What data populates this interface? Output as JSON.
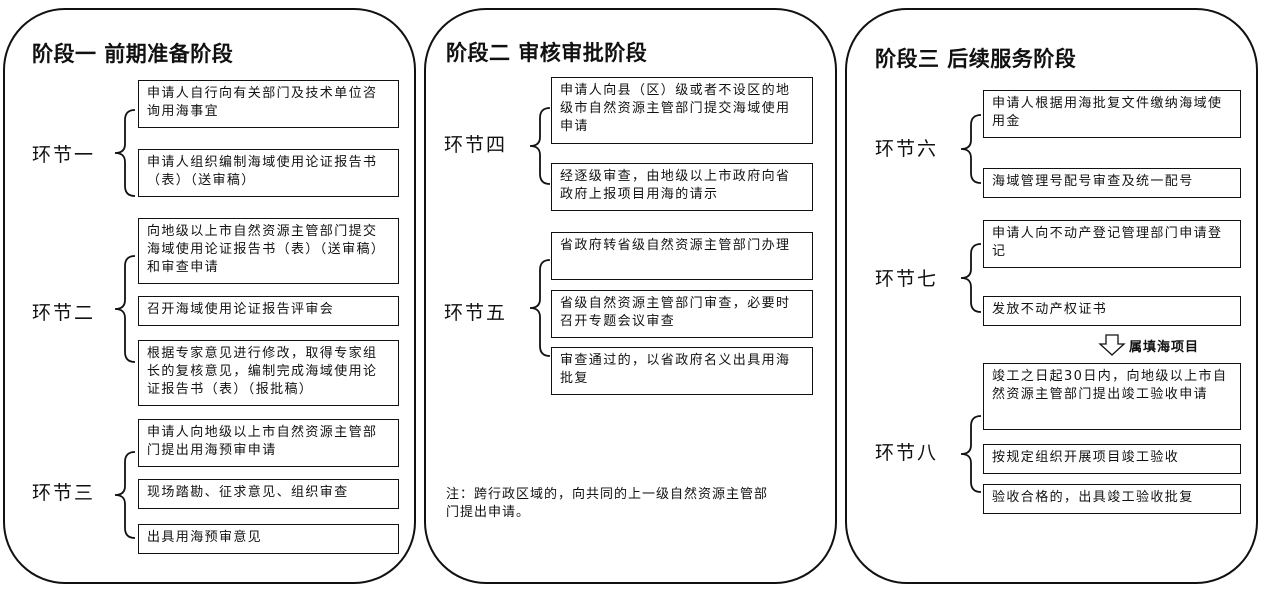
{
  "phases": [
    {
      "title": "阶段一  前期准备阶段",
      "stages": [
        {
          "label": "环节一",
          "steps": [
            "申请人自行向有关部门及技术单位咨询用海事宜",
            "申请人组织编制海域使用论证报告书（表）（送审稿）"
          ]
        },
        {
          "label": "环节二",
          "steps": [
            "向地级以上市自然资源主管部门提交海域使用论证报告书（表）（送审稿）和审查申请",
            "召开海域使用论证报告评审会",
            "根据专家意见进行修改，取得专家组长的复核意见，编制完成海域使用论证报告书（表）（报批稿）"
          ]
        },
        {
          "label": "环节三",
          "steps": [
            "申请人向地级以上市自然资源主管部门提出用海预审申请",
            "现场踏勘、征求意见、组织审查",
            "出具用海预审意见"
          ]
        }
      ]
    },
    {
      "title": "阶段二  审核审批阶段",
      "stages": [
        {
          "label": "环节四",
          "steps": [
            "申请人向县（区）级或者不设区的地级市自然资源主管部门提交海域使用申请",
            "经逐级审查，由地级以上市政府向省政府上报项目用海的请示"
          ]
        },
        {
          "label": "环节五",
          "steps": [
            "省政府转省级自然资源主管部门办理",
            "省级自然资源主管部门审查，必要时召开专题会议审查",
            "审查通过的，以省政府名义出具用海批复"
          ]
        }
      ],
      "note": "注：跨行政区域的，向共同的上一级自然资源主管部门提出申请。"
    },
    {
      "title": "阶段三  后续服务阶段",
      "stages": [
        {
          "label": "环节六",
          "steps": [
            "申请人根据用海批复文件缴纳海域使用金",
            "海域管理号配号审查及统一配号"
          ]
        },
        {
          "label": "环节七",
          "steps": [
            "申请人向不动产登记管理部门申请登记",
            "发放不动产权证书"
          ]
        },
        {
          "label": "环节八",
          "steps": [
            "竣工之日起30日内，向地级以上市自然资源主管部门提出竣工验收申请",
            "按规定组织开展项目竣工验收",
            "验收合格的，出具竣工验收批复"
          ]
        }
      ],
      "arrow_label": "属填海项目"
    }
  ]
}
